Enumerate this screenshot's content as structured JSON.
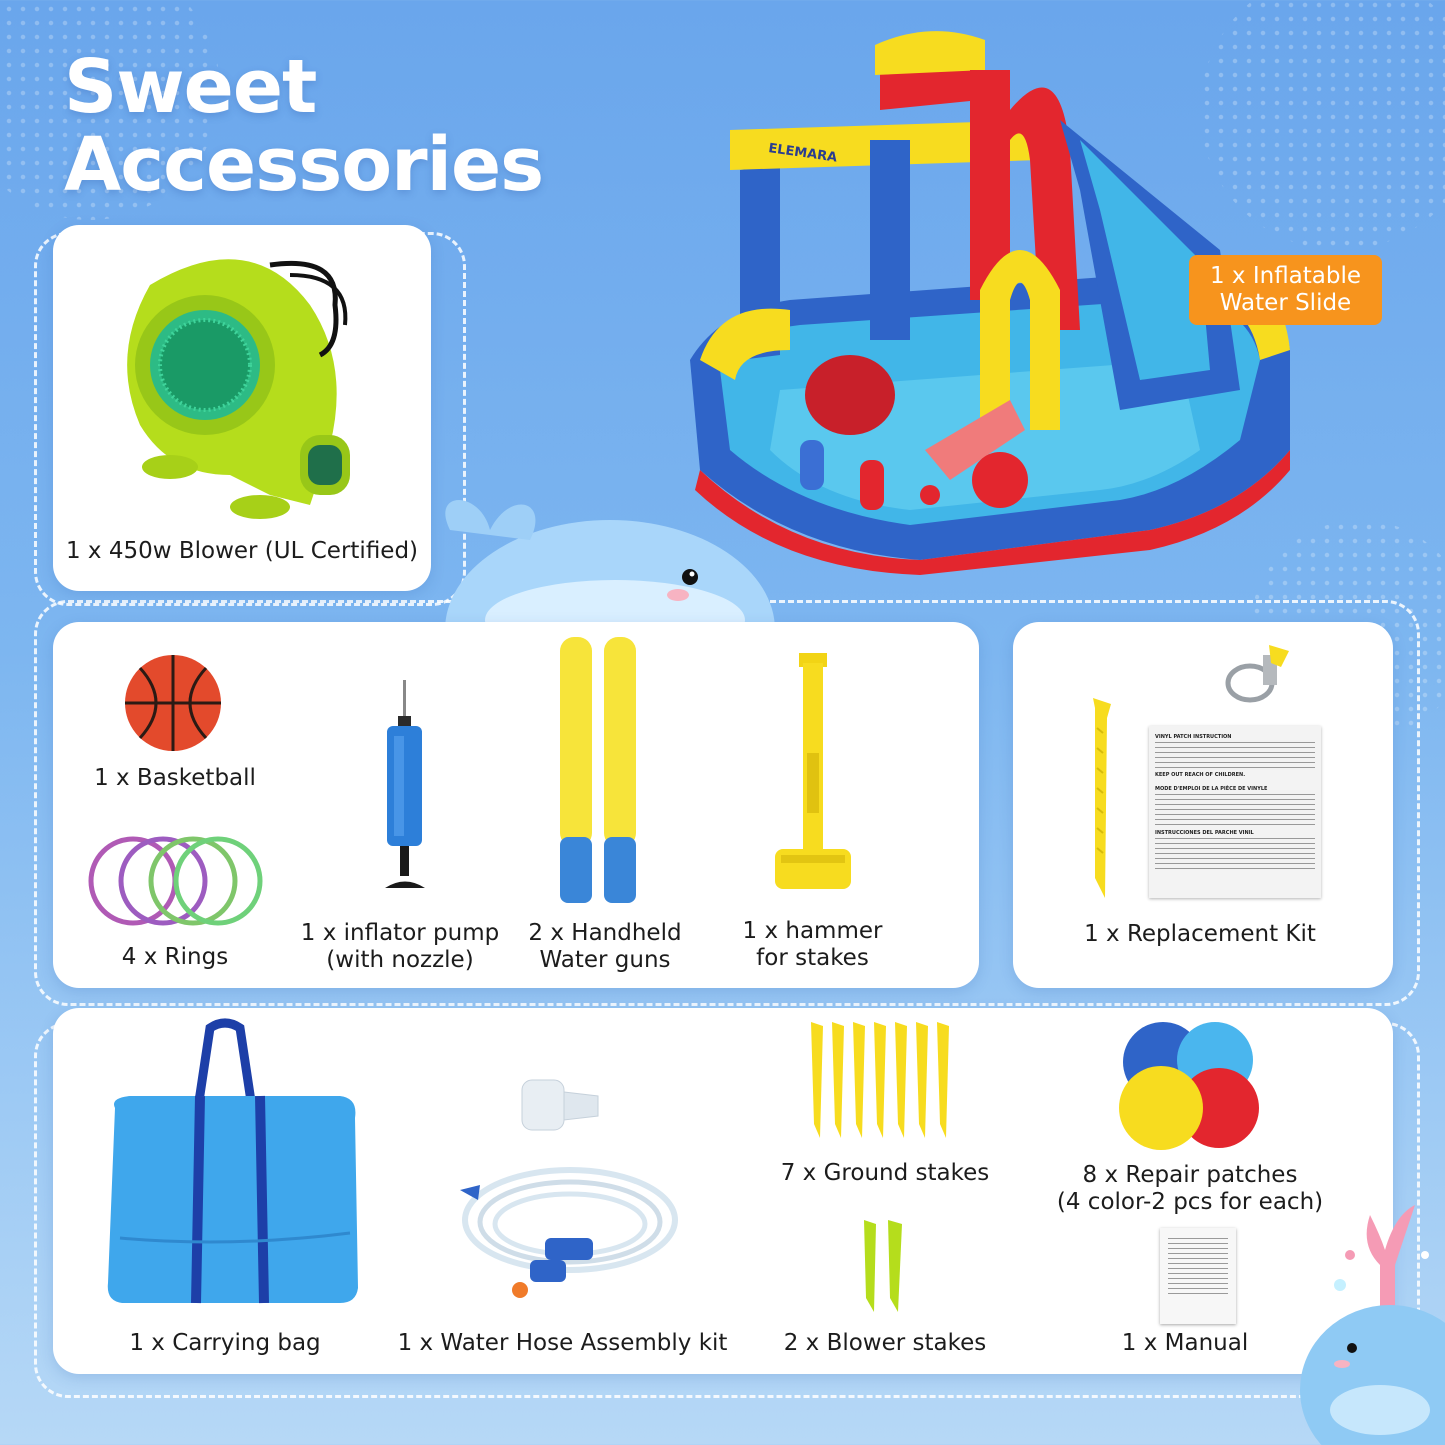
{
  "title": {
    "line1": "Sweet",
    "line2": "Accessories"
  },
  "slide": {
    "brand": "ELEMARA",
    "badge_line1": "1 x Inflatable",
    "badge_line2": "Water Slide"
  },
  "blower": {
    "label": "1 x 450w Blower (UL Certified)"
  },
  "middle": {
    "basketball": "1 x Basketball",
    "rings": "4 x Rings",
    "pump_line1": "1 x inflator pump",
    "pump_line2": "(with nozzle)",
    "guns_line1": "2 x Handheld",
    "guns_line2": "Water guns",
    "hammer_line1": "1 x hammer",
    "hammer_line2": "for stakes",
    "replacement": "1 x Replacement Kit",
    "instruction_sheet": {
      "heading1": "VINYL PATCH INSTRUCTION",
      "warning1": "KEEP OUT REACH OF CHILDREN.",
      "heading2": "MODE D'EMPLOI DE LA PIÈCE DE VINYLE",
      "heading3": "INSTRUCCIONES DEL PARCHE VINIL"
    }
  },
  "bottom": {
    "bag": "1 x Carrying bag",
    "hose": "1 x Water Hose Assembly kit",
    "ground_stakes": "7 x Ground stakes",
    "patches_line1": "8 x Repair patches",
    "patches_line2": "(4 color-2 pcs for each)",
    "blower_stakes": "2 x Blower stakes",
    "manual": "1 x Manual"
  },
  "colors": {
    "background": "#7db6f0",
    "card": "#ffffff",
    "badge": "#f7941d",
    "yellow": "#f7dc1f",
    "blue": "#2f64c8",
    "red": "#e3262e",
    "lime": "#b5dd1c"
  }
}
